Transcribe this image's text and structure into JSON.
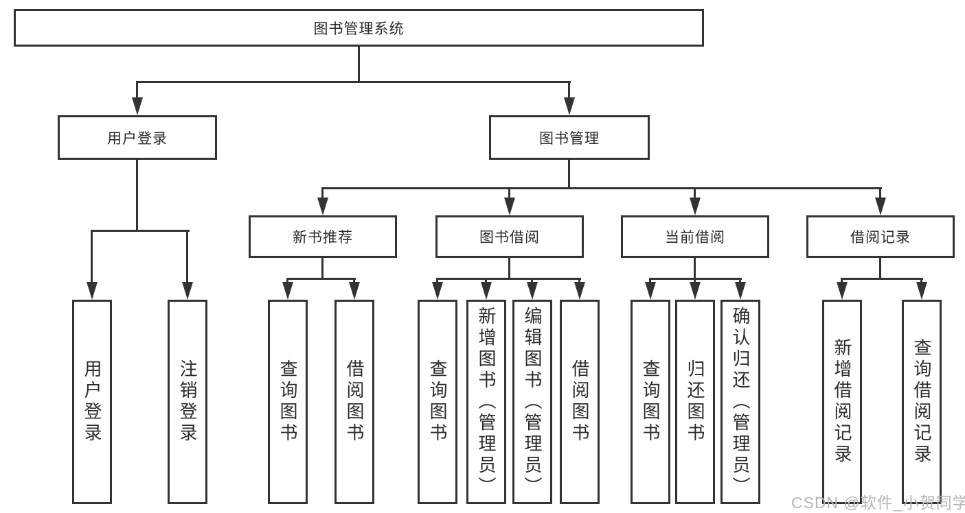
{
  "tree": {
    "root": {
      "label": "图书管理系统"
    },
    "branches": [
      {
        "label": "用户登录",
        "children": [
          {
            "label": "用户登录"
          },
          {
            "label": "注销登录"
          }
        ]
      },
      {
        "label": "图书管理",
        "children": [
          {
            "label": "新书推荐",
            "children": [
              {
                "label": "查询图书"
              },
              {
                "label": "借阅图书"
              }
            ]
          },
          {
            "label": "图书借阅",
            "children": [
              {
                "label": "查询图书"
              },
              {
                "label": "新增图书（管理员）"
              },
              {
                "label": "编辑图书（管理员）"
              },
              {
                "label": "借阅图书"
              }
            ]
          },
          {
            "label": "当前借阅",
            "children": [
              {
                "label": "查询图书"
              },
              {
                "label": "归还图书"
              },
              {
                "label": "确认归还（管理员）"
              }
            ]
          },
          {
            "label": "借阅记录",
            "children": [
              {
                "label": "新增借阅记录"
              },
              {
                "label": "查询借阅记录"
              }
            ]
          }
        ]
      }
    ]
  },
  "watermark": {
    "text": "CSDN @软件_小贺同学"
  },
  "colors": {
    "line": "#333333",
    "text": "#2b2b2b",
    "watermark": "#b5b5b5",
    "background": "#ffffff"
  }
}
